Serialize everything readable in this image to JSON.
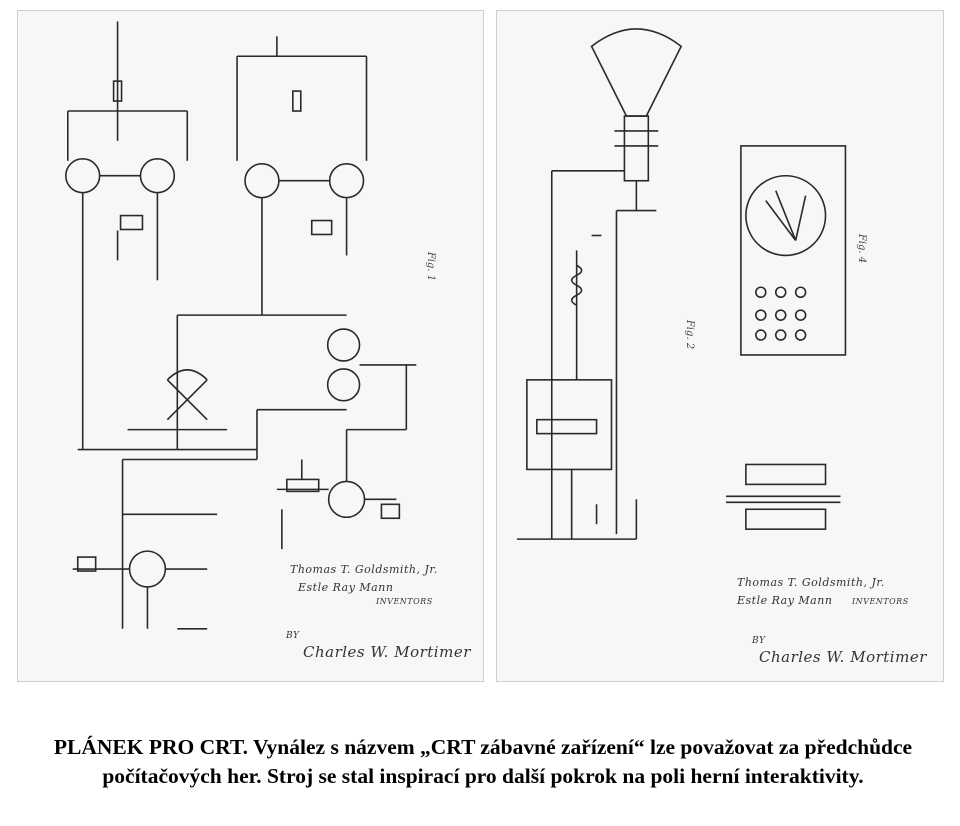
{
  "caption": "PLÁNEK PRO CRT. Vynález s názvem „CRT zábavné zařízení“ lze považovat za předchůdce počítačových her. Stroj se stal inspirací pro další pokrok na poli herní interaktivity.",
  "left_sheet": {
    "signature_name": "Thomas T. Goldsmith, Jr.",
    "signature_title": "Estle Ray Mann",
    "signature_role": "INVENTORS",
    "signature_by": "BY",
    "signature_attorney": "Charles W. Mortimer",
    "figure_label": "Fig. 1"
  },
  "right_sheet": {
    "signature_name": "Thomas T. Goldsmith, Jr.",
    "signature_title": "Estle Ray Mann",
    "signature_role": "INVENTORS",
    "signature_by": "BY",
    "signature_attorney": "Charles W. Mortimer",
    "figure_label_2": "Fig. 2",
    "figure_label_4": "Fig. 4"
  },
  "colors": {
    "ink": "#2a2a2a",
    "paper": "#f7f7f7",
    "caption": "#000000"
  }
}
